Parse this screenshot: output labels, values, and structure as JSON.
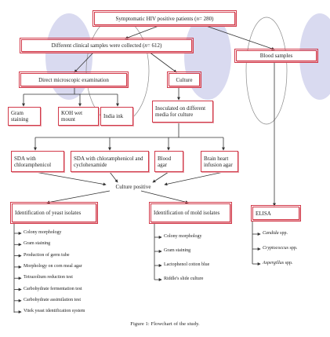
{
  "nodes": {
    "root": "Symptomatic HIV positive patients (n = 280)",
    "samples": "Different clinical samples were collected (n = 612)",
    "blood": "Blood samples",
    "direct": "Direct microscopic examination",
    "culture": "Culture",
    "gram": "Gram staining",
    "koh": "KOH wet mount",
    "india": "India ink",
    "inoculated": "Inoculated on different media for culture",
    "sda1": "SDA with chloramphenicol",
    "sda2": "SDA with chloramphenicol and cyclohexamide",
    "bloodagar": "Blood agar",
    "bhi": "Brain heart infusion agar",
    "positive": "Culture positive",
    "yeast": "Identification of yeast isolates",
    "mold": "Identification of mold isolates",
    "elisa": "ELISA"
  },
  "yeast_steps": [
    "Colony morphology",
    "Gram staining",
    "Production of germ tube",
    "Morphology on corn meal agar",
    "Tetrazolium reduction test",
    "Carbohydrate fermentation test",
    "Carbohydrate assimilation test",
    "Vitek yeast identification system"
  ],
  "mold_steps": [
    "Colony morphology",
    "Gram staining",
    "Lactophenol cotton blue",
    "Riddle's slide culture"
  ],
  "elisa_targets": [
    "Candida spp.",
    "Cryptococcus spp.",
    "Aspergillus spp."
  ],
  "caption": "Figure 1: Flowchart of the study.",
  "colors": {
    "border": "#d23a4a",
    "line": "#333333",
    "watermark": "#d9daf0"
  }
}
